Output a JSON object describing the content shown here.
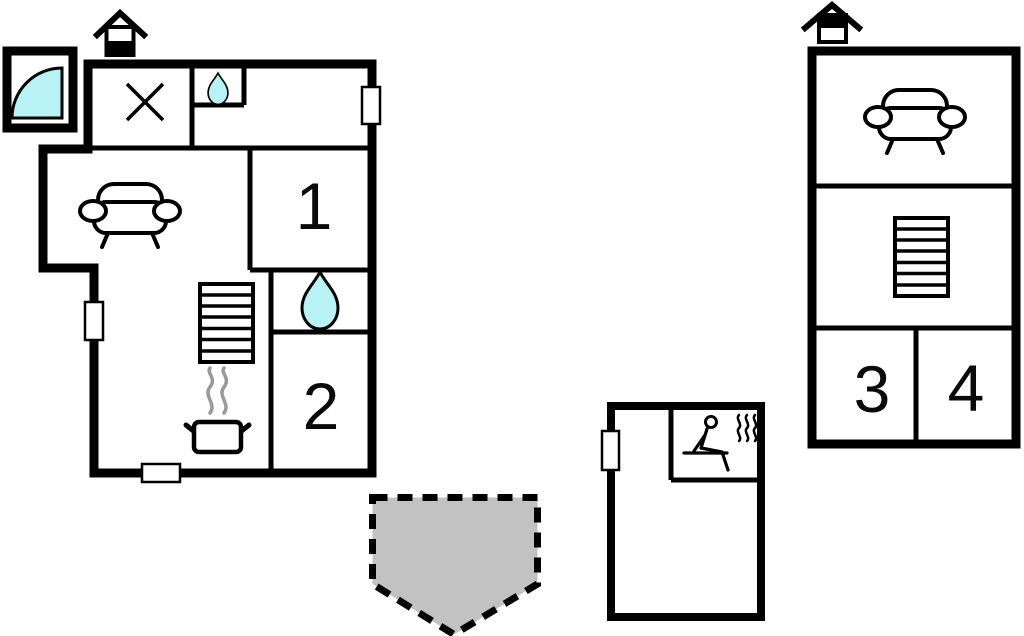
{
  "colors": {
    "wall": "#000000",
    "water_fill": "#b9f2f4",
    "terrace_fill": "#c2c2c2",
    "steam": "#999999",
    "background": "#ffffff"
  },
  "ground_floor_plan": {
    "level_icon": "house-ground-floor",
    "rooms": {
      "bedroom1": {
        "label": "1"
      },
      "bedroom2": {
        "label": "2"
      }
    },
    "features": [
      "door-swing",
      "dining-table-x",
      "small-washbasin-drop",
      "sofa",
      "staircase",
      "bathroom-drop",
      "stove-pot",
      "three-windows"
    ]
  },
  "upper_floor_plan": {
    "level_icon": "house-upper-floor",
    "rooms": {
      "bedroom3": {
        "label": "3"
      },
      "bedroom4": {
        "label": "4"
      }
    },
    "features": [
      "sofa",
      "staircase"
    ]
  },
  "annex_plan": {
    "features": [
      "sauna",
      "window"
    ]
  },
  "terrace": {
    "feature": "dashed-terrace-area"
  }
}
